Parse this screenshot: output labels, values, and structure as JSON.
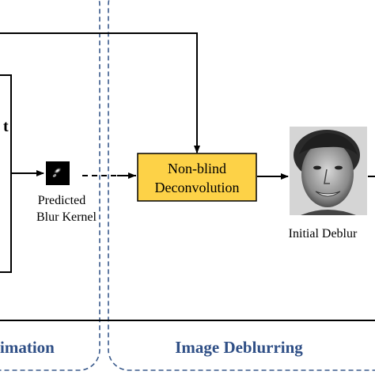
{
  "sections": {
    "estimation_label": "imation",
    "deblurring_label": "Image Deblurring"
  },
  "nodes": {
    "left_glyph": "t",
    "kernel_label_line1": "Predicted",
    "kernel_label_line2": "Blur Kernel",
    "deconv_line1": "Non-blind",
    "deconv_line2": "Deconvolution",
    "initial_deblur_label": "Initial Deblur"
  },
  "colors": {
    "section_border": "#3a5a8c",
    "section_label": "#2f4f86",
    "deconv_fill": "#fdd247",
    "stroke": "#000000"
  },
  "icons": {
    "kernel": "blur-kernel-image",
    "face": "face-photo"
  }
}
